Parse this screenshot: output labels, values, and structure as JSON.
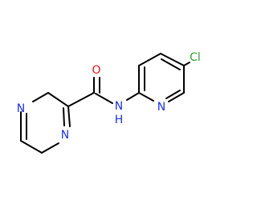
{
  "molecule": {
    "atoms": {
      "n_pyrazine_top": "N",
      "n_pyrazine_bottom": "N",
      "o_carbonyl": "O",
      "n_amide": "N",
      "h_amide": "H",
      "n_pyridine": "N",
      "cl": "Cl"
    }
  },
  "colors": {
    "nitrogen": "#1f31d8",
    "oxygen": "#e0161a",
    "chlorine": "#2ea12f",
    "bond": "#000000"
  }
}
